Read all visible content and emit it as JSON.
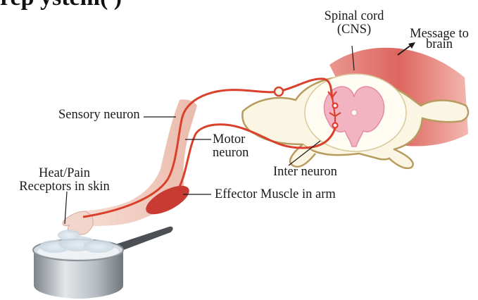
{
  "header_fragment": "rep          ystem(  )",
  "labels": {
    "spinal_cord": "Spinal cord",
    "cns": "(CNS)",
    "message_line1": "Message to",
    "message_line2": "brain",
    "sensory_neuron": "Sensory neuron",
    "motor_line1": "Motor",
    "motor_line2": "neuron",
    "inter_neuron": "Inter neuron",
    "receptor_line1": "Heat/Pain",
    "receptor_line2": "Receptors in skin",
    "effector": "Effector Muscle in arm"
  },
  "colors": {
    "nerve": "#d9412c",
    "spinal_outline": "#b89b5f",
    "spinal_fill": "#fbf6e3",
    "grey_matter": "#f2b3c3",
    "muscle_back": "#e06a62",
    "arm_skin": "#f2cfc2",
    "effector_muscle": "#c93a32",
    "pot_metal": "#a9aeb3"
  }
}
